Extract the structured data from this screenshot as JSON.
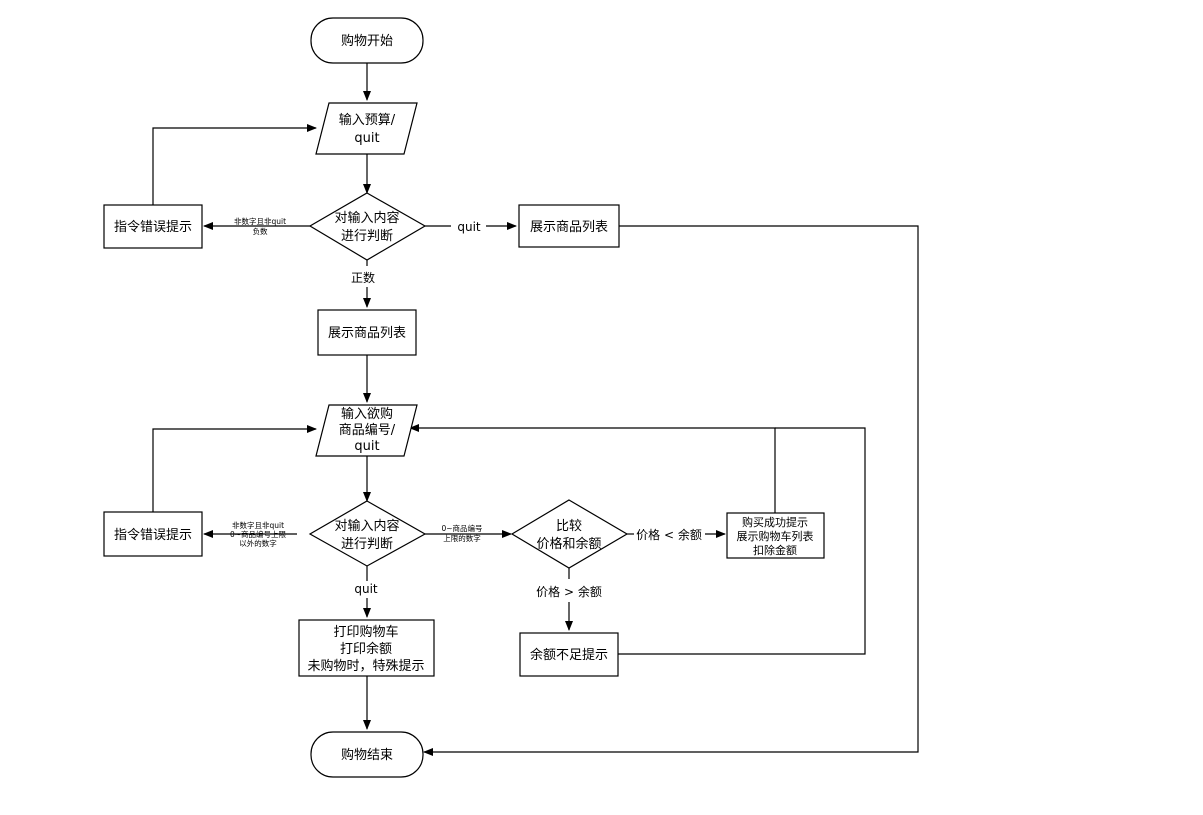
{
  "nodes": {
    "start": "购物开始",
    "input_budget": [
      "输入预算/",
      "quit"
    ],
    "judge_budget": [
      "对输入内容",
      "进行判断"
    ],
    "error_top": "指令错误提示",
    "list_right": "展示商品列表",
    "list_main": "展示商品列表",
    "input_item": [
      "输入欲购",
      "商品编号/",
      "quit"
    ],
    "judge_item": [
      "对输入内容",
      "进行判断"
    ],
    "error_bottom": "指令错误提示",
    "compare": [
      "比较",
      "价格和余额"
    ],
    "success": [
      "购买成功提示",
      "展示购物车列表",
      "扣除金额"
    ],
    "print": [
      "打印购物车",
      "打印余额",
      "未购物时，特殊提示"
    ],
    "insufficient": "余额不足提示",
    "end": "购物结束"
  },
  "edges": {
    "budget_invalid": [
      "非数字且非quit",
      "负数"
    ],
    "budget_quit": "quit",
    "budget_positive": "正数",
    "item_invalid": [
      "非数字且非quit",
      "0~商品编号上限",
      "以外的数字"
    ],
    "item_valid": [
      "0~商品编号",
      "上限的数字"
    ],
    "item_quit": "quit",
    "price_lt": "价格 < 余额",
    "price_gt": "价格 > 余额"
  }
}
